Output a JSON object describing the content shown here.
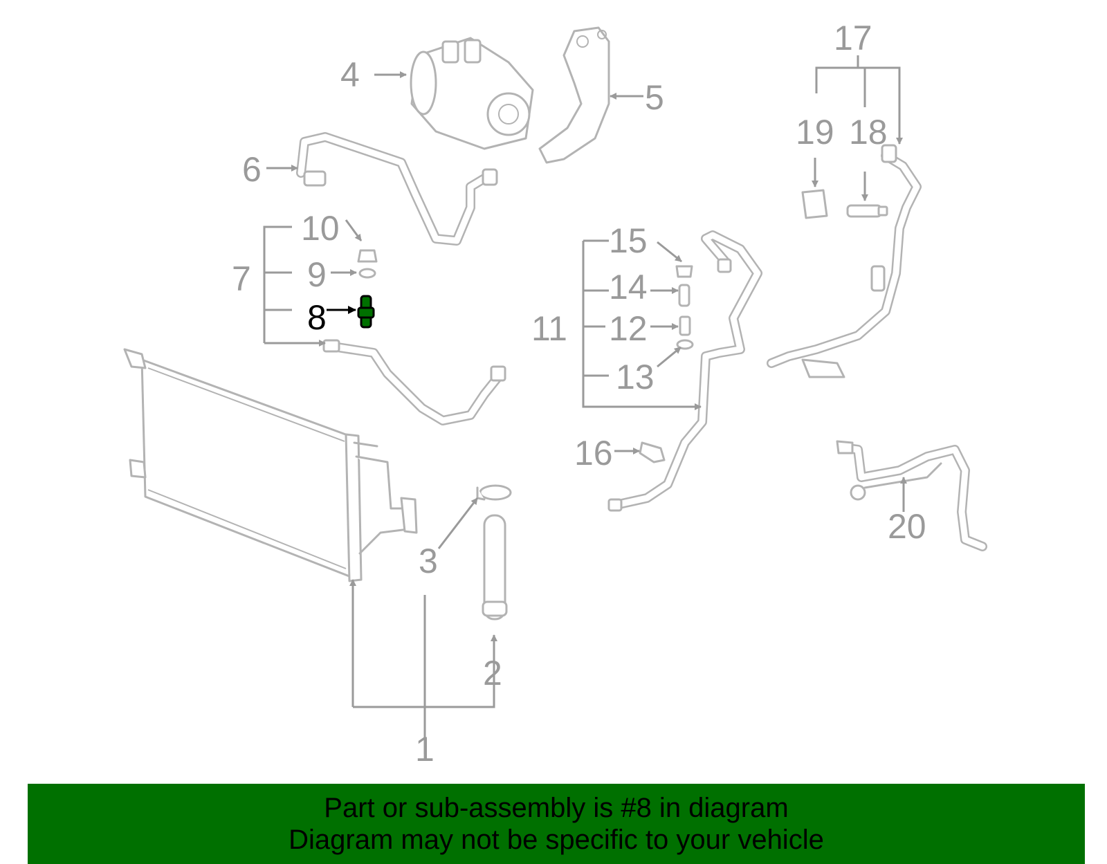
{
  "callouts": {
    "c1": "1",
    "c2": "2",
    "c3": "3",
    "c4": "4",
    "c5": "5",
    "c6": "6",
    "c7": "7",
    "c8": "8",
    "c9": "9",
    "c10": "10",
    "c11": "11",
    "c12": "12",
    "c13": "13",
    "c14": "14",
    "c15": "15",
    "c16": "16",
    "c17": "17",
    "c18": "18",
    "c19": "19",
    "c20": "20"
  },
  "highlighted_part": "8",
  "colors": {
    "highlight_fill": "#007000",
    "line_gray": "#9a9a9a",
    "part_gray": "#b3b3b3"
  },
  "banner": {
    "line1": "Part or sub-assembly is #8 in diagram",
    "line2": "Diagram may not be specific to your vehicle"
  }
}
